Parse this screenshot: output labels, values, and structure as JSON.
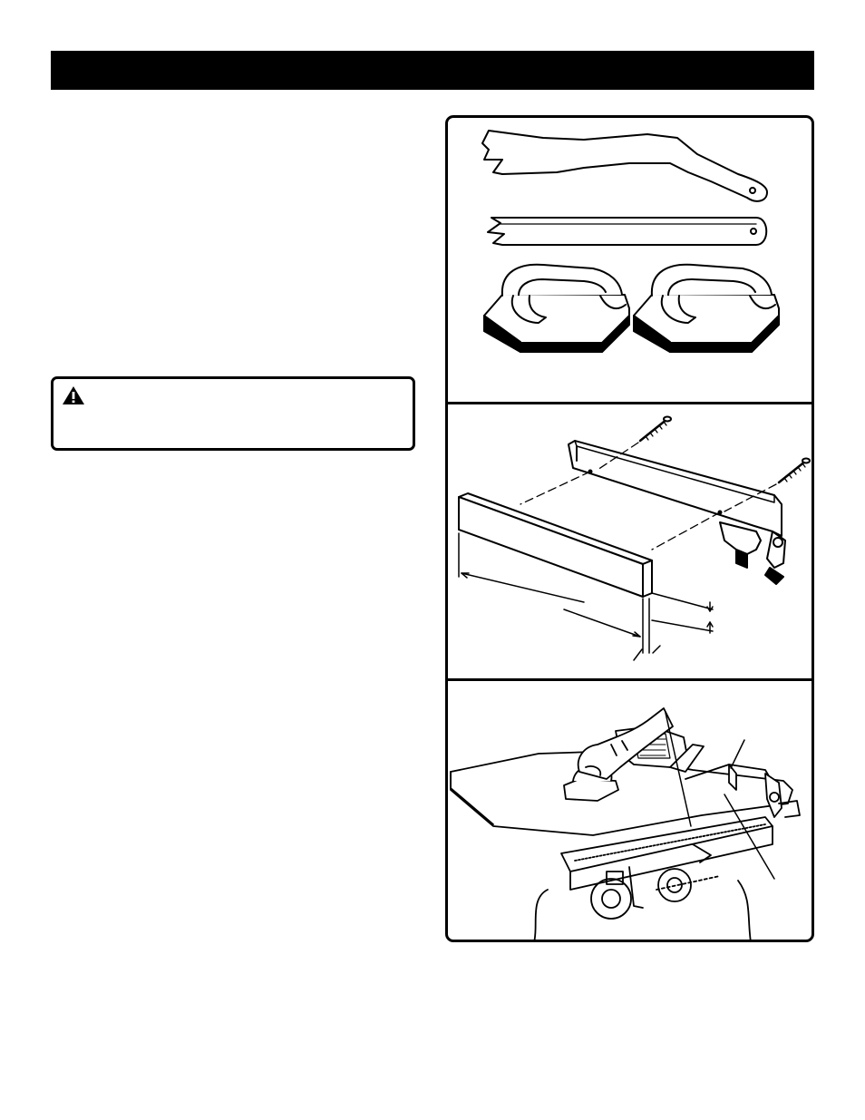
{
  "header": {
    "bar_color": "#000000"
  },
  "warning": {
    "icon": "warning-triangle-icon"
  },
  "figures": [
    {
      "name": "push-sticks-and-push-blocks",
      "icons": [
        "push-stick-icon",
        "push-stick-flat-icon",
        "push-block-icon",
        "push-block-icon"
      ]
    },
    {
      "name": "auxiliary-fence-assembly",
      "icons": [
        "rip-fence-icon",
        "wood-board-icon",
        "screw-icon",
        "screw-icon"
      ]
    },
    {
      "name": "table-saw-using-push-block",
      "icons": [
        "table-saw-icon",
        "hand-icon",
        "push-block-icon"
      ]
    }
  ]
}
